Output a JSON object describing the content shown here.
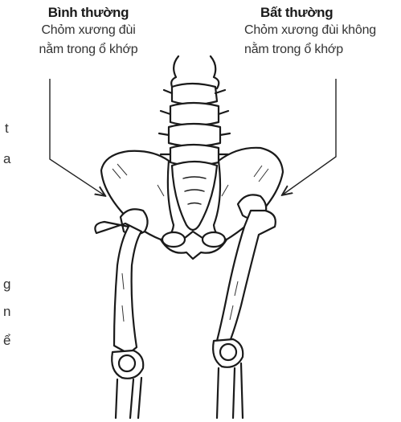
{
  "normal": {
    "title": "Bình thường",
    "line1": "Chỏm xương đùi",
    "line2": "nằm trong ổ khớp"
  },
  "abnormal": {
    "title": "Bất thường",
    "line1": "Chỏm xương đùi không",
    "line2": "nằm trong ổ khớp"
  },
  "margin_fragments": [
    "t",
    "a",
    "g",
    "n",
    "ể"
  ]
}
